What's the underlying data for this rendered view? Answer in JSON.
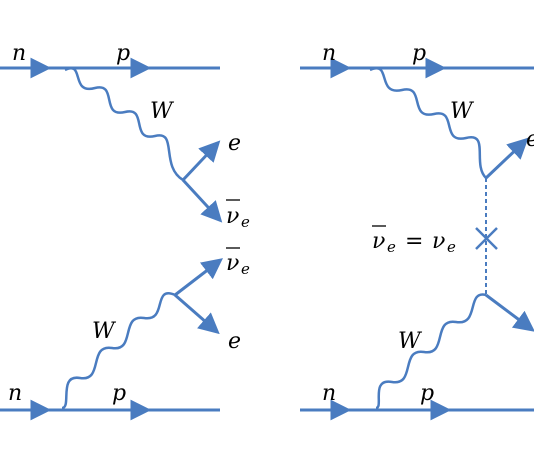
{
  "colors": {
    "line": "#4a7cc0",
    "text": "#000000",
    "background": "#ffffff"
  },
  "diagrams": [
    {
      "upper": {
        "in_label": "n",
        "out_label": "p",
        "boson_label": "W",
        "lepton1": "e",
        "lepton2_base": "ν",
        "lepton2_sub": "e"
      },
      "lower": {
        "in_label": "n",
        "out_label": "p",
        "boson_label": "W",
        "lepton1_base": "ν",
        "lepton1_sub": "e",
        "lepton2": "e"
      }
    },
    {
      "upper": {
        "in_label": "n",
        "out_label": "p",
        "boson_label": "W",
        "lepton1": "e"
      },
      "lower": {
        "in_label": "n",
        "out_label": "p",
        "boson_label": "W"
      },
      "majorana_label": {
        "lhs_base": "ν",
        "lhs_sub": "e",
        "eq": "=",
        "rhs_base": "ν",
        "rhs_sub": "e"
      }
    }
  ]
}
